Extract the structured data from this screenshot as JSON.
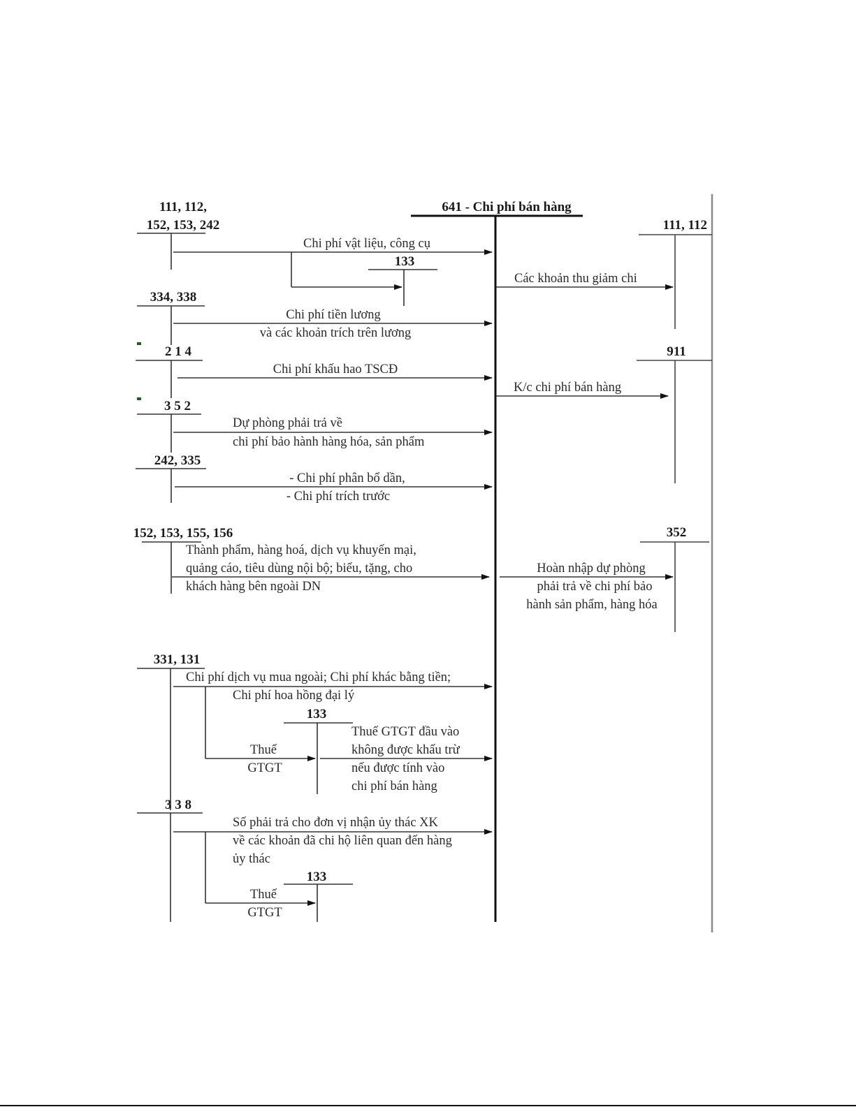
{
  "diagram": {
    "title": "641 - Chi phí bán hàng",
    "accounts": {
      "a111_112_152_line1": "111, 112,",
      "a111_112_152_line2": "152, 153, 242",
      "a133_top": "133",
      "a334_338": "334, 338",
      "a214": "2 1 4",
      "a352_left": "3 5 2",
      "a242_335": "242, 335",
      "a152_156": "152, 153, 155, 156",
      "a331_131": "331, 131",
      "a133_mid": "133",
      "a338": "3 3 8",
      "a133_bottom": "133",
      "a111_112_right": "111, 112",
      "a911": "911",
      "a352_right": "352"
    },
    "flows": {
      "vat_lieu": "Chi phí vật liệu, công cụ",
      "tien_luong_1": "Chi phí tiền lương",
      "tien_luong_2": "và các khoản trích trên lương",
      "khau_hao": "Chi phí khấu hao TSCĐ",
      "du_phong_1": "Dự phòng phải trả về",
      "du_phong_2": "chi phí bảo hành hàng hóa, sản phẩm",
      "phan_bo_1": "- Chi phí phân bổ dần,",
      "phan_bo_2": "- Chi phí trích trước",
      "thanh_pham_1": "Thành phẩm, hàng hoá, dịch vụ khuyến mại,",
      "thanh_pham_2": "quảng cáo, tiêu dùng nội bộ; biếu, tặng, cho",
      "thanh_pham_3": "khách hàng bên ngoài DN",
      "dich_vu_1": "Chi phí dịch vụ mua ngoài; Chi phí khác bằng tiền;",
      "dich_vu_2": "Chi phí hoa hồng đại lý",
      "thue_1": "Thuế",
      "thue_2": "GTGT",
      "gtgt_1": "Thuế GTGT đầu vào",
      "gtgt_2": "không được khấu trừ",
      "gtgt_3": "nếu được tính vào",
      "gtgt_4": "chi phí bán hàng",
      "uy_thac_1": "Số phải trả cho đơn vị nhận ủy thác XK",
      "uy_thac_2": "về các khoản đã chi hộ liên quan đến hàng",
      "uy_thac_3": "ủy thác",
      "thue_b1": "Thuế",
      "thue_b2": "GTGT",
      "thu_giam_chi": "Các khoản thu giảm chi",
      "ket_chuyen": "K/c chi phí bán hàng",
      "hoan_nhap_1": "Hoàn nhập dự phòng",
      "hoan_nhap_2": "phải trả về chi phí bảo",
      "hoan_nhap_3": "hành sản phẩm, hàng hóa"
    }
  }
}
